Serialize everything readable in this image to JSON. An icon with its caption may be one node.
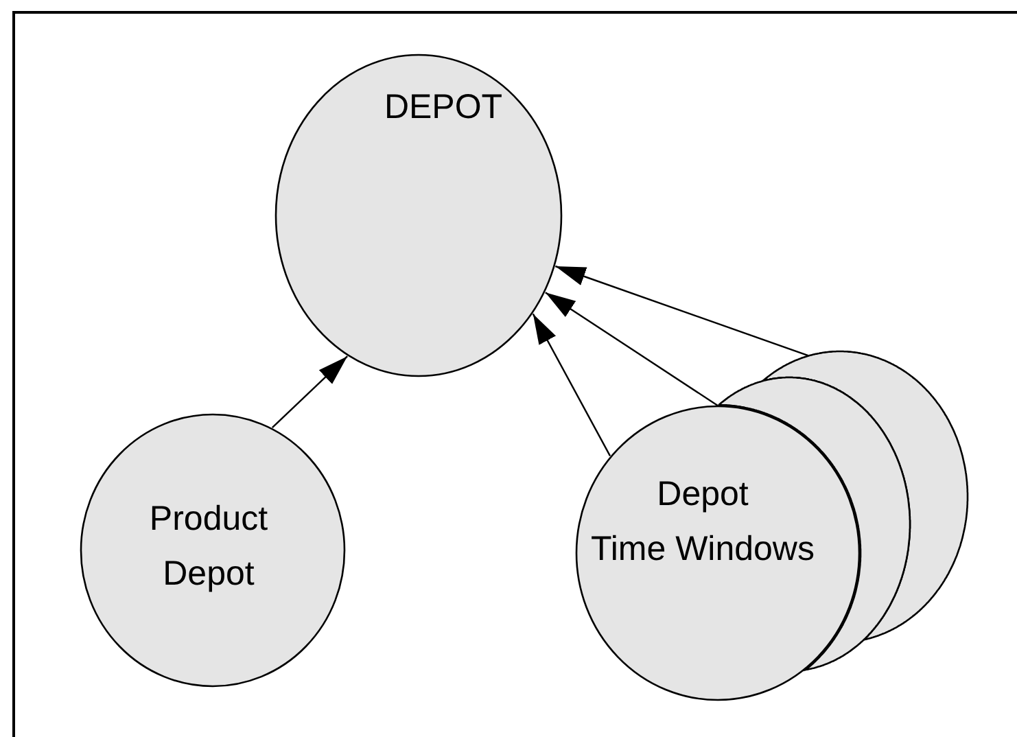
{
  "diagram": {
    "nodes": [
      {
        "text": [
          "DEPOT"
        ]
      },
      {
        "text": [
          "Product Depot"
        ]
      },
      {
        "text": [
          "Depot Time Windows"
        ]
      },
      {
        "text": [],
        "shape": "circle"
      },
      {
        "text": [],
        "shape": "circle"
      }
    ],
    "edges": [
      {
        "from": 1,
        "to": 0,
        "arrow": "to"
      },
      {
        "from": 2,
        "to": 0,
        "arrow": "to"
      },
      {
        "from": 3,
        "to": 0,
        "arrow": "to"
      },
      {
        "from": 4,
        "to": 0,
        "arrow": "to"
      }
    ]
  }
}
